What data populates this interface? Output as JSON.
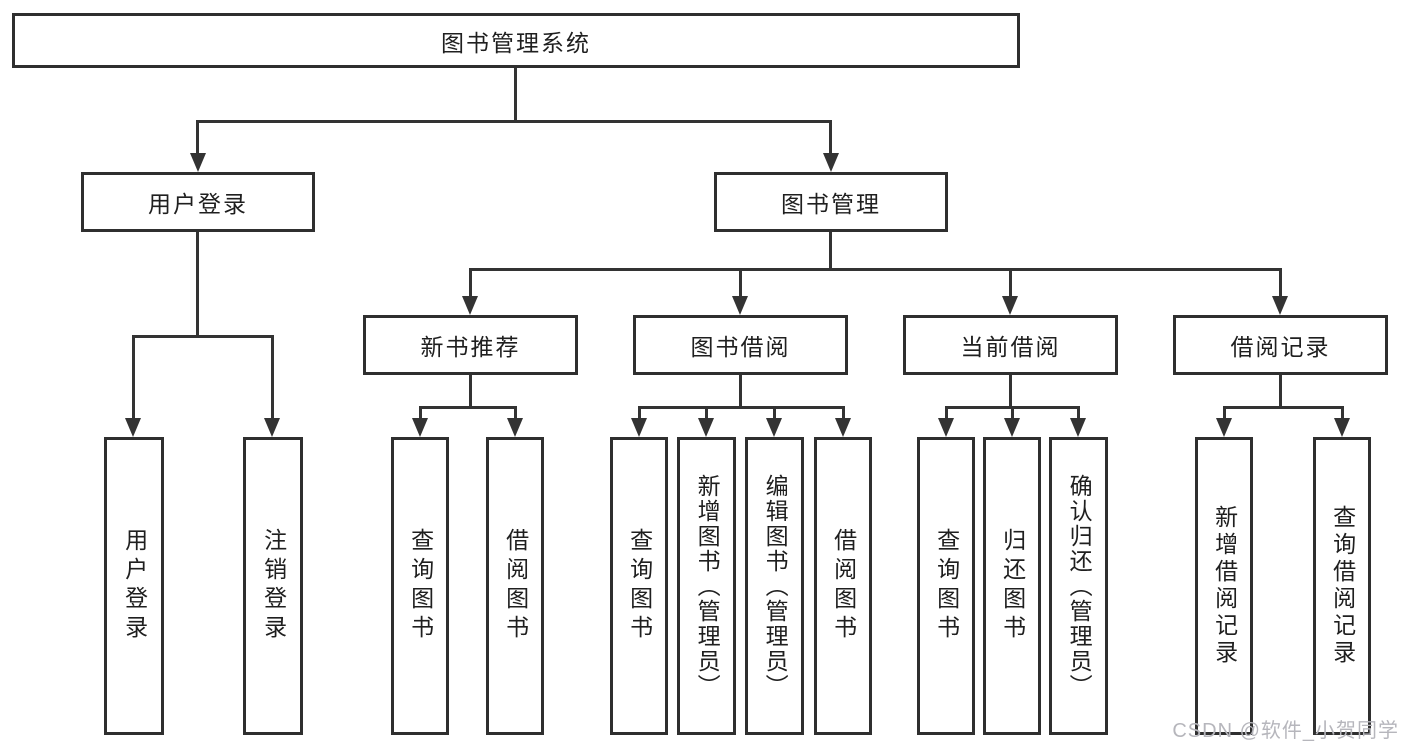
{
  "diagram_type": "hierarchy-tree",
  "colors": {
    "background": "#ffffff",
    "line": "#333333",
    "box_border": "#2f2f2f",
    "text": "#1f1f1f",
    "watermark": "#b6b6bc"
  },
  "tree": {
    "root": {
      "label": "图书管理系统",
      "children": [
        {
          "label": "用户登录",
          "children": [
            {
              "label": "用户登录"
            },
            {
              "label": "注销登录"
            }
          ]
        },
        {
          "label": "图书管理",
          "children": [
            {
              "label": "新书推荐",
              "children": [
                {
                  "label": "查询图书"
                },
                {
                  "label": "借阅图书"
                }
              ]
            },
            {
              "label": "图书借阅",
              "children": [
                {
                  "label": "查询图书"
                },
                {
                  "label": "新增图书（管理员）"
                },
                {
                  "label": "编辑图书（管理员）"
                },
                {
                  "label": "借阅图书"
                }
              ]
            },
            {
              "label": "当前借阅",
              "children": [
                {
                  "label": "查询图书"
                },
                {
                  "label": "归还图书"
                },
                {
                  "label": "确认归还（管理员）"
                }
              ]
            },
            {
              "label": "借阅记录",
              "children": [
                {
                  "label": "新增借阅记录"
                },
                {
                  "label": "查询借阅记录"
                }
              ]
            }
          ]
        }
      ]
    }
  },
  "watermark": {
    "text": "CSDN @软件_小贺同学"
  }
}
